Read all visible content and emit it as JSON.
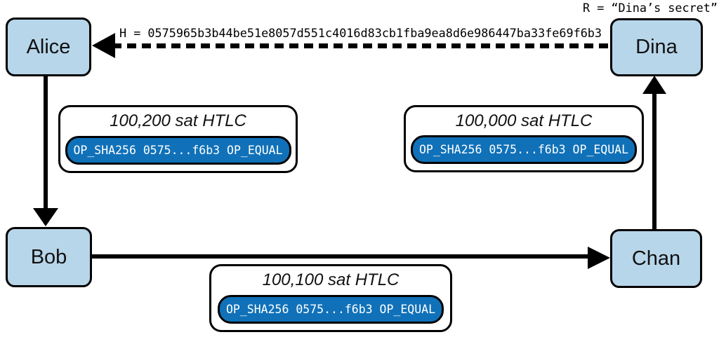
{
  "colors": {
    "node_fill": "#b8d6ea",
    "pill_fill": "#1071b9",
    "ink": "#000000"
  },
  "annotations": {
    "preimage": "R = “Dina’s secret”",
    "hash": "H = 0575965b3b44be51e8057d551c4016d83cb1fba9ea8d6e986447ba33fe69f6b3"
  },
  "nodes": {
    "alice": {
      "label": "Alice"
    },
    "bob": {
      "label": "Bob"
    },
    "chan": {
      "label": "Chan"
    },
    "dina": {
      "label": "Dina"
    }
  },
  "htlcs": {
    "alice_bob": {
      "title": "100,200 sat HTLC",
      "script": "OP_SHA256 0575...f6b3 OP_EQUAL"
    },
    "bob_chan": {
      "title": "100,100 sat HTLC",
      "script": "OP_SHA256 0575...f6b3 OP_EQUAL"
    },
    "chan_dina": {
      "title": "100,000 sat HTLC",
      "script": "OP_SHA256 0575...f6b3 OP_EQUAL"
    }
  }
}
